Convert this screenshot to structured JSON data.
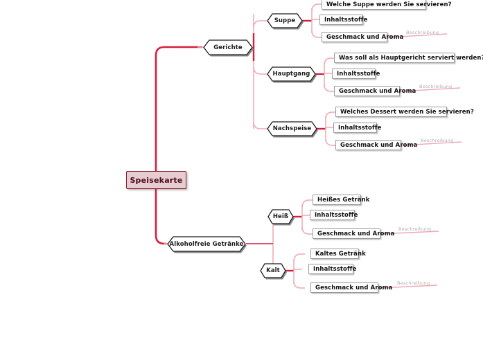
{
  "diagram": {
    "type": "mind-map",
    "title": "Speisekarte",
    "background": "#ffffff",
    "colors": {
      "root_fill": "#e7cdd3",
      "root_border": "#8c1c2b",
      "trunk_line": "#d41f3f",
      "branch_line": "#efa8b4",
      "node_border": "#1c1c1c",
      "leaf_border": "#9a9a9a",
      "relation_label": "#adadad"
    }
  },
  "root": {
    "label": "Speisekarte"
  },
  "branches": [
    {
      "id": "gerichte",
      "label": "Gerichte",
      "children": [
        {
          "id": "suppe",
          "label": "Suppe",
          "leaves": [
            {
              "label": "Welche Suppe werden Sie servieren?"
            },
            {
              "label": "Inhaltsstoffe"
            },
            {
              "label": "Geschmack und Aroma",
              "relation": "Beschreibung"
            }
          ]
        },
        {
          "id": "hauptgang",
          "label": "Hauptgang",
          "leaves": [
            {
              "label": "Was soll als Hauptgericht serviert werden?"
            },
            {
              "label": "Inhaltsstoffe"
            },
            {
              "label": "Geschmack und Aroma",
              "relation": "Beschreibung"
            }
          ]
        },
        {
          "id": "nachspeise",
          "label": "Nachspeise",
          "leaves": [
            {
              "label": "Welches Dessert werden Sie servieren?"
            },
            {
              "label": "Inhaltsstoffe"
            },
            {
              "label": "Geschmack und Aroma",
              "relation": "Beschreibung"
            }
          ]
        }
      ]
    },
    {
      "id": "alkoholfreie-getraenke",
      "label": "Alkoholfreie Getränke",
      "children": [
        {
          "id": "heiss",
          "label": "Heiß",
          "leaves": [
            {
              "label": "Heißes Getränk"
            },
            {
              "label": "Inhaltsstoffe"
            },
            {
              "label": "Geschmack und Aroma",
              "relation": "Beschreibung"
            }
          ]
        },
        {
          "id": "kalt",
          "label": "Kalt",
          "leaves": [
            {
              "label": "Kaltes Getränk"
            },
            {
              "label": "Inhaltsstoffe"
            },
            {
              "label": "Geschmack und Aroma",
              "relation": "Beschreibung"
            }
          ]
        }
      ]
    }
  ]
}
